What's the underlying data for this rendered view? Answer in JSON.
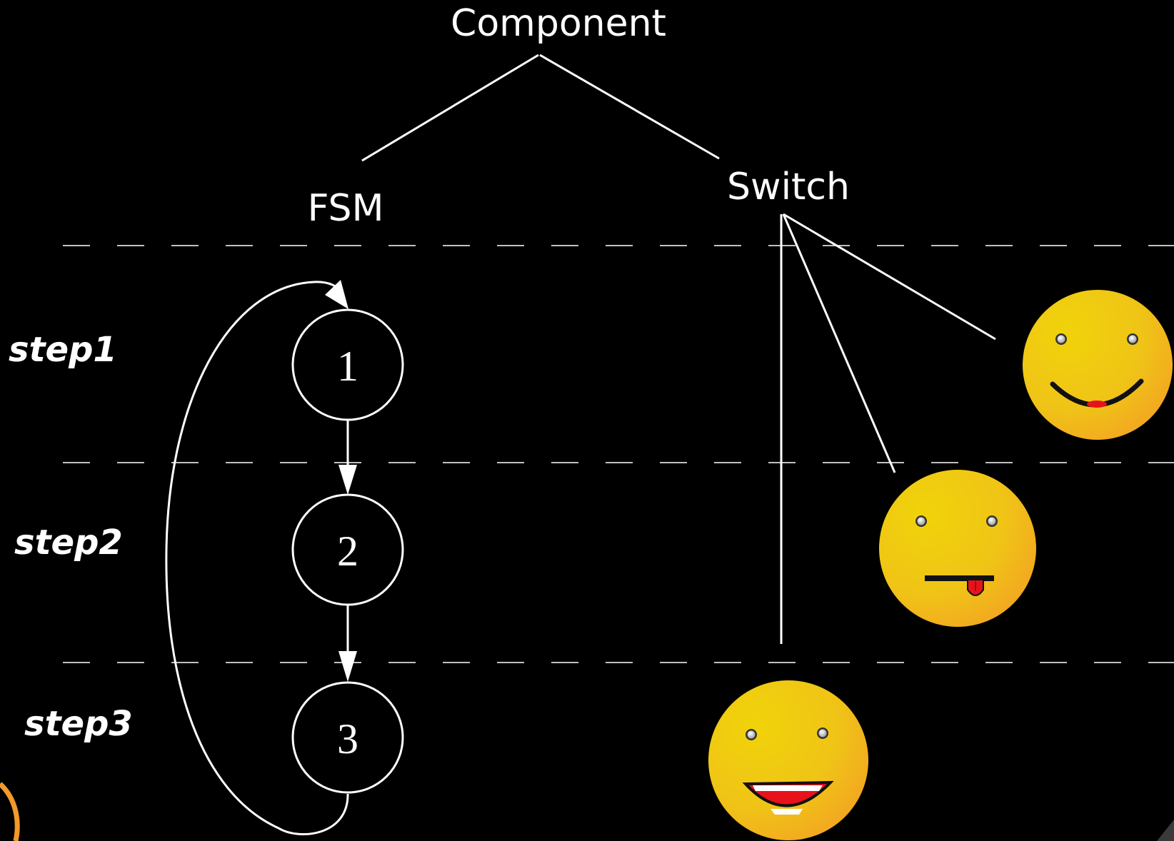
{
  "diagram": {
    "root_label": "Component",
    "fsm_label": "FSM",
    "switch_label": "Switch",
    "steps": [
      "step1",
      "step2",
      "step3"
    ],
    "states": [
      "1",
      "2",
      "3"
    ],
    "faces": [
      {
        "expression": "smile-face-icon"
      },
      {
        "expression": "tongue-out-face-icon"
      },
      {
        "expression": "grin-face-icon"
      }
    ]
  },
  "colors": {
    "background": "#000000",
    "line": "#ffffff",
    "face_fill_light": "#f0d20a",
    "face_fill_dark": "#f2a21e",
    "mouth_red": "#e8121a",
    "corner_accent": "#f39a2a"
  }
}
